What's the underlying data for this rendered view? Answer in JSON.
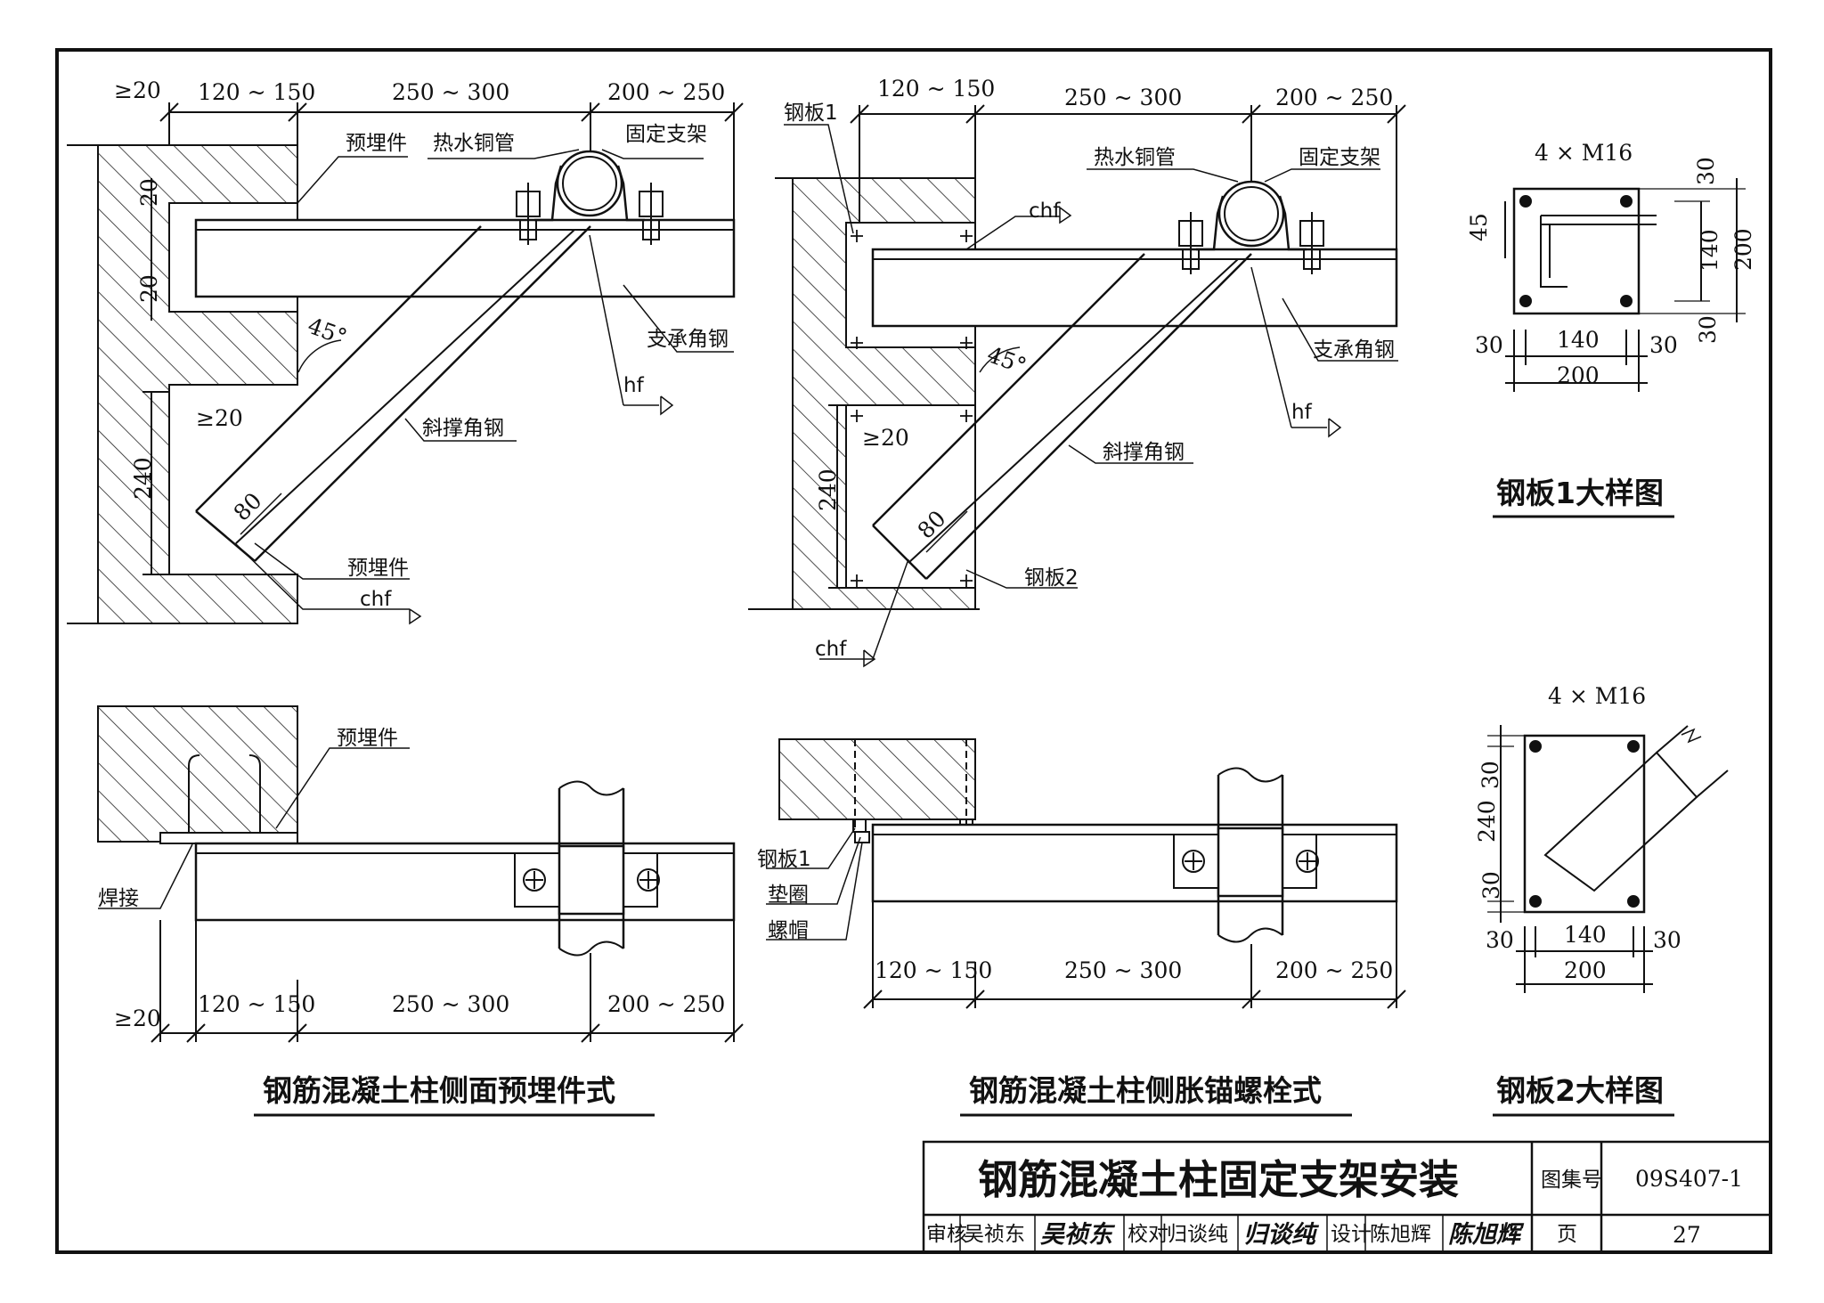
{
  "diagram_a": {
    "caption": "钢筋混凝土柱侧面预埋件式",
    "labels": {
      "embed_top": "预埋件",
      "hot_pipe": "热水铜管",
      "fixed_support": "固定支架",
      "support_angle": "支承角钢",
      "brace_angle": "斜撑角钢",
      "embed_bottom": "预埋件",
      "embed_plan": "预埋件",
      "weld": "焊接"
    },
    "welds": {
      "hf": "hf",
      "chf": "chf"
    },
    "dims": {
      "min_top": "≥20",
      "d1": "120 ~ 150",
      "d2": "250 ~ 300",
      "d3": "200 ~ 250",
      "v20a": "20",
      "v20b": "20",
      "min_mid": "≥20",
      "v240": "240",
      "angle": "45°",
      "w80": "80",
      "min_bottom": "≥20",
      "b1": "120 ~ 150",
      "b2": "250 ~ 300",
      "b3": "200 ~ 250"
    }
  },
  "diagram_b": {
    "caption": "钢筋混凝土柱侧胀锚螺栓式",
    "labels": {
      "plate1": "钢板1",
      "hot_pipe": "热水铜管",
      "fixed_support": "固定支架",
      "support_angle": "支承角钢",
      "brace_angle": "斜撑角钢",
      "plate2": "钢板2",
      "plate1_plan": "钢板1",
      "washer": "垫圈",
      "nut": "螺帽"
    },
    "welds": {
      "chf_top": "chf",
      "hf": "hf",
      "chf_bottom": "chf"
    },
    "dims": {
      "d1": "120 ~ 150",
      "d2": "250 ~ 300",
      "d3": "200 ~ 250",
      "min_mid": "≥20",
      "v240": "240",
      "angle": "45°",
      "w80": "80",
      "b1": "120 ~ 150",
      "b2": "250 ~ 300",
      "b3": "200 ~ 250"
    }
  },
  "detail_1": {
    "caption": "钢板1大样图",
    "bolts": "4 × M16",
    "dims": {
      "left": "45",
      "top30": "30",
      "inner": "140",
      "outer": "200",
      "bot30": "30",
      "h30l": "30",
      "h140": "140",
      "h30r": "30",
      "h200": "200"
    }
  },
  "detail_2": {
    "caption": "钢板2大样图",
    "bolts": "4 × M16",
    "dims": {
      "v30a": "30",
      "v240": "240",
      "v30b": "30",
      "h30l": "30",
      "h140": "140",
      "h30r": "30",
      "h200": "200"
    }
  },
  "title_block": {
    "title": "钢筋混凝土柱固定支架安装",
    "atlas_label": "图集号",
    "atlas_no": "09S407-1",
    "review_label": "审核",
    "reviewer": "吴祯东",
    "reviewer_sig": "吴祯东",
    "check_label": "校对",
    "checker": "归谈纯",
    "checker_sig": "归谈纯",
    "design_label": "设计",
    "designer": "陈旭辉",
    "designer_sig": "陈旭辉",
    "page_label": "页",
    "page_no": "27"
  }
}
